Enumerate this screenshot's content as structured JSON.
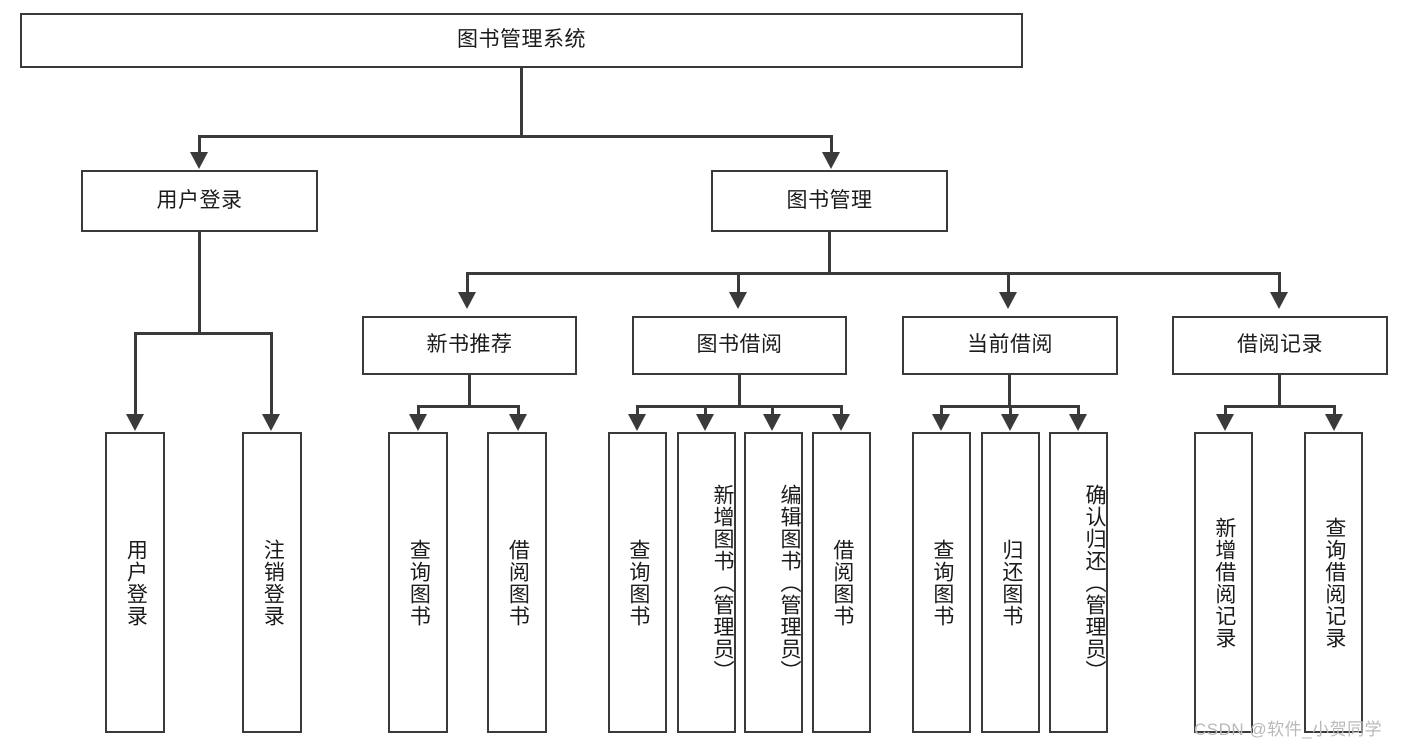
{
  "diagram": {
    "type": "tree-hierarchy",
    "title": "图书管理系统",
    "orientation": "top-down",
    "colors": {
      "stroke": "#3a3a3a",
      "fill": "#ffffff",
      "text": "#1b1b1b",
      "watermark": "#b9b9b9"
    },
    "root": {
      "label": "图书管理系统"
    },
    "level2": [
      {
        "label": "用户登录"
      },
      {
        "label": "图书管理"
      }
    ],
    "level3": [
      {
        "label": "新书推荐"
      },
      {
        "label": "图书借阅"
      },
      {
        "label": "当前借阅"
      },
      {
        "label": "借阅记录"
      }
    ],
    "leaves": {
      "user_login": [
        {
          "label": "用户登录"
        },
        {
          "label": "注销登录"
        }
      ],
      "new_book_recommend": [
        {
          "label": "查询图书"
        },
        {
          "label": "借阅图书"
        }
      ],
      "book_borrow": [
        {
          "label": "查询图书"
        },
        {
          "label": "新增图书（管理员）"
        },
        {
          "label": "编辑图书（管理员）"
        },
        {
          "label": "借阅图书"
        }
      ],
      "current_borrow": [
        {
          "label": "查询图书"
        },
        {
          "label": "归还图书"
        },
        {
          "label": "确认归还（管理员）"
        }
      ],
      "borrow_record": [
        {
          "label": "新增借阅记录"
        },
        {
          "label": "查询借阅记录"
        }
      ]
    }
  },
  "watermark": {
    "text": "CSDN @软件_小贺同学"
  }
}
